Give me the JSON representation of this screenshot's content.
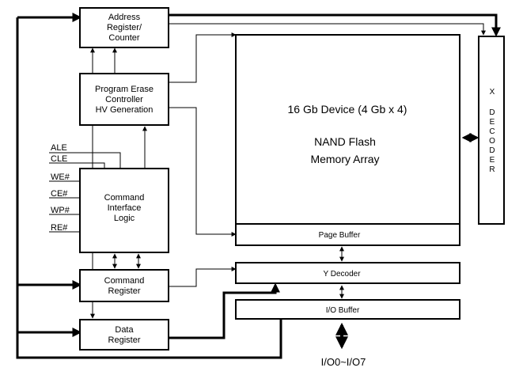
{
  "blocks": {
    "address_register": [
      "Address",
      "Register/",
      "Counter"
    ],
    "program_erase_controller": [
      "Program Erase",
      "Controller",
      "HV Generation"
    ],
    "command_interface_logic": [
      "Command",
      "Interface",
      "Logic"
    ],
    "command_register": [
      "Command",
      "Register"
    ],
    "data_register": [
      "Data",
      "Register"
    ],
    "memory_array": {
      "device": "16 Gb Device (4 Gb x 4)",
      "line1": "NAND Flash",
      "line2": "Memory Array"
    },
    "page_buffer": "Page Buffer",
    "y_decoder": "Y Decoder",
    "io_buffer": "I/O Buffer",
    "x_decoder": [
      "X",
      "D",
      "E",
      "C",
      "O",
      "D",
      "E",
      "R"
    ]
  },
  "signals": {
    "ale": "ALE",
    "cle": "CLE",
    "we": "WE#",
    "ce": "CE#",
    "wp": "WP#",
    "re": "RE#"
  },
  "io_pins": "I/O0~I/O7"
}
